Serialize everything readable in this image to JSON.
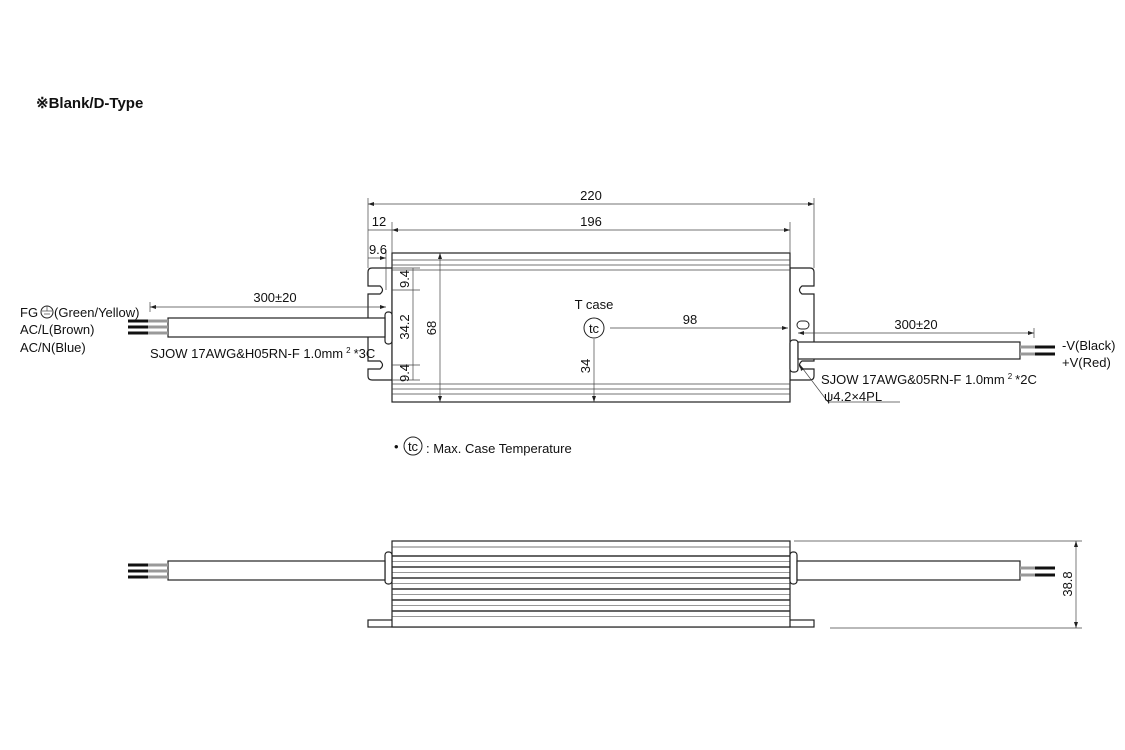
{
  "title": "※Blank/D-Type",
  "top_view": {
    "dim_overall_length": "220",
    "dim_body_length": "196",
    "dim_flange": "12",
    "dim_slot": "9.6",
    "dim_slot_top": "9.4",
    "dim_slot_spacing": "34.2",
    "dim_slot_bottom": "9.4",
    "dim_width": "68",
    "tcase_label": "T case",
    "tc_symbol": "tc",
    "dim_tc_x": "98",
    "dim_tc_y": "34",
    "left_cable_length": "300±20",
    "right_cable_length": "300±20",
    "fg_prefix": "FG",
    "fg_label": "(Green/Yellow)",
    "acl_label": "AC/L(Brown)",
    "acn_label": "AC/N(Blue)",
    "left_cable_spec": "SJOW 17AWG&H05RN-F 1.0mm",
    "left_cable_sup": "2",
    "left_cable_cores": "*3C",
    "right_cable_spec": "SJOW 17AWG&05RN-F 1.0mm",
    "right_cable_sup": "2",
    "right_cable_cores": "*2C",
    "vneg_label": "-V(Black)",
    "vpos_label": "+V(Red)",
    "hole_label": "ψ4.2×4PL"
  },
  "note": {
    "bullet": "•",
    "symbol": "tc",
    "text": ": Max. Case Temperature"
  },
  "side_view": {
    "dim_height": "38.8"
  }
}
